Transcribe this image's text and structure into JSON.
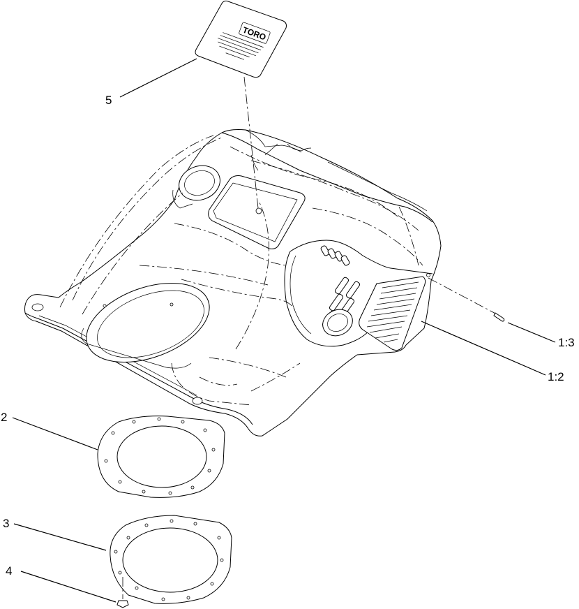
{
  "callouts": {
    "c5": "5",
    "c1_3": "1:3",
    "c1_2": "1:2",
    "c2": "2",
    "c3": "3",
    "c4": "4"
  },
  "decal": {
    "brand": "TORO"
  }
}
